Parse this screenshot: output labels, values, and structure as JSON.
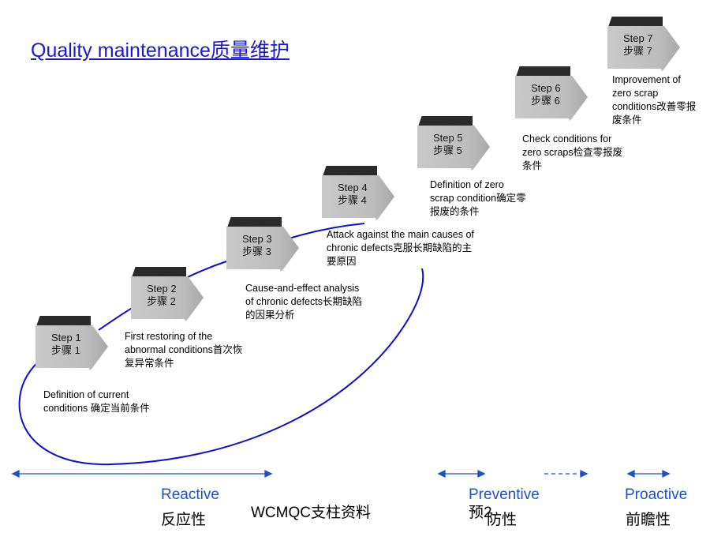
{
  "title": "Quality maintenance质量维护",
  "steps": [
    {
      "label": "Step 1\n步骤 1",
      "desc": "Definition of current conditions 确定当前条件"
    },
    {
      "label": "Step 2\n步骤 2",
      "desc": "First restoring of the abnormal conditions首次恢复异常条件"
    },
    {
      "label": "Step 3\n步骤 3",
      "desc": "Cause-and-effect analysis of chronic defects长期缺陷的因果分析"
    },
    {
      "label": "Step 4\n步骤 4",
      "desc": "Attack against the main causes of chronic defects克服长期缺陷的主要原因"
    },
    {
      "label": "Step 5\n步骤 5",
      "desc": "Definition of zero scrap condition确定零报废的条件"
    },
    {
      "label": "Step 6\n步骤 6",
      "desc": "Check conditions for zero scraps检查零报废条件"
    },
    {
      "label": "Step 7\n步骤 7",
      "desc": "Improvement of zero scrap conditions改善零报废条件"
    }
  ],
  "phases": {
    "reactive": {
      "en": "Reactive",
      "cn": "反应性"
    },
    "preventive": {
      "en": "Preventive",
      "cn": "防性"
    },
    "proactive": {
      "en": "Proactive",
      "cn": "前瞻性"
    }
  },
  "footer": "WCMQC支柱资料",
  "page_number": "预2",
  "colors": {
    "accent": "#1f4fc8",
    "curve": "#1010c8",
    "title": "#1a1acc"
  }
}
